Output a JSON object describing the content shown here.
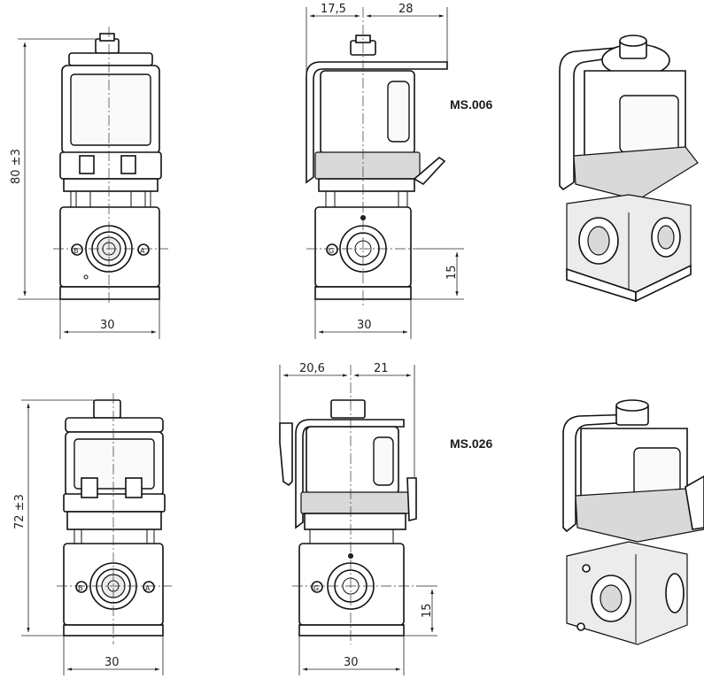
{
  "models": {
    "top": "MS.006",
    "bottom": "MS.026"
  },
  "dimensions": {
    "top_front_height": "80 ±3",
    "top_front_width": "30",
    "top_side_left": "17,5",
    "top_side_right": "28",
    "top_side_width": "30",
    "top_side_port": "15",
    "bottom_front_height": "72 ±3",
    "bottom_front_width": "30",
    "bottom_side_left": "20,6",
    "bottom_side_right": "21",
    "bottom_side_width": "30",
    "bottom_side_port": "15"
  },
  "port_marks": {
    "left": "B",
    "right": "A",
    "side": "G"
  }
}
